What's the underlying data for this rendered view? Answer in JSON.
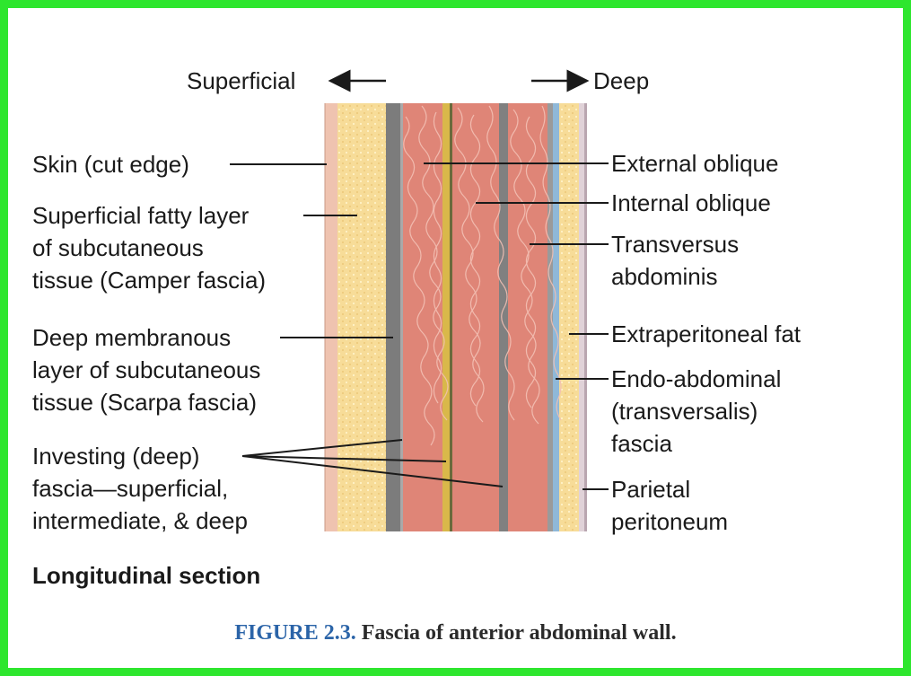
{
  "direction": {
    "superficial": "Superficial",
    "deep": "Deep"
  },
  "left_labels": {
    "skin": "Skin (cut edge)",
    "camper": "Superficial fatty layer\nof subcutaneous\ntissue (Camper fascia)",
    "scarpa": "Deep membranous\nlayer of subcutaneous\ntissue (Scarpa fascia)",
    "investing": "Investing (deep)\nfascia—superficial,\nintermediate, & deep"
  },
  "right_labels": {
    "external_oblique": "External oblique",
    "internal_oblique": "Internal oblique",
    "transversus": "Transversus\nabdominis",
    "extraperitoneal": "Extraperitoneal fat",
    "endo_abdominal": "Endo-abdominal\n(transversalis)\nfascia",
    "parietal": "Parietal\nperitoneum"
  },
  "section_title": "Longitudinal section",
  "caption": {
    "figure": "FIGURE 2.3.",
    "text": "Fascia of anterior abdominal wall."
  },
  "colors": {
    "frame": "#2ee62e",
    "skin": "#efc3b0",
    "fat": "#f7dc98",
    "membrane": "#7c7c7c",
    "muscle": "#df8577",
    "muscle_line": "#f3c0b4",
    "fascia_yellow": "#d9b84a",
    "transversalis": "#8fb8d8",
    "figure_blue": "#2b64a8"
  }
}
